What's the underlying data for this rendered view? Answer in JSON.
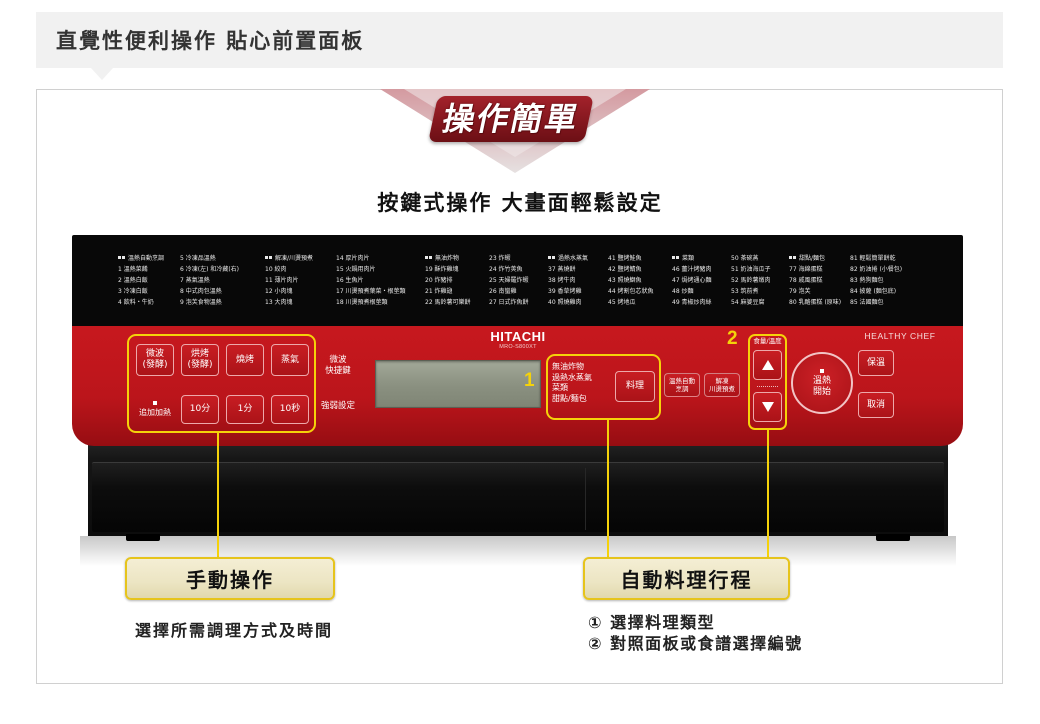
{
  "header": {
    "title": "直覺性便利操作 貼心前置面板"
  },
  "banner": {
    "title": "操作簡單"
  },
  "subtitle": "按鍵式操作 大畫面輕鬆設定",
  "colors": {
    "panel_red": "#bb151b",
    "highlight_yellow": "#f5d20a",
    "label_beige": "#ece5c3",
    "header_gray": "#f1f1f1"
  },
  "oven": {
    "brand": "HITACHI",
    "model": "MRO-S800XT",
    "series": "HEALTHY CHEF",
    "menu_columns": [
      [
        {
          "text": "溫熱自動烹調",
          "category": true
        },
        {
          "text": "1 溫熱菜餚"
        },
        {
          "text": "2 溫熱白飯"
        },
        {
          "text": "3 冷凍白飯"
        },
        {
          "text": "4 飲料・牛奶"
        }
      ],
      [
        {
          "text": "5 冷凍品溫熱"
        },
        {
          "text": "6 冷凍(左) 和冷藏(右)"
        },
        {
          "text": "7 蒸氣溫熱"
        },
        {
          "text": "8 中式肉包溫熱"
        },
        {
          "text": "9 泡芙食物溫熱"
        }
      ],
      [
        {
          "text": "解凍/川燙預煮",
          "category": true
        },
        {
          "text": "10 絞肉"
        },
        {
          "text": "11 薄片肉片"
        },
        {
          "text": "12 小肉塊"
        },
        {
          "text": "13 大肉塊"
        }
      ],
      [
        {
          "text": "14 厚片肉片"
        },
        {
          "text": "15 火鍋用肉片"
        },
        {
          "text": "16 生魚片"
        },
        {
          "text": "17 川燙預煮葉菜・根莖類"
        },
        {
          "text": "18 川燙預煮根莖類"
        }
      ],
      [
        {
          "text": "無油炸物",
          "category": true
        },
        {
          "text": "19 酥炸雞塊"
        },
        {
          "text": "20 炸豬排"
        },
        {
          "text": "21 炸雞翅"
        },
        {
          "text": "22 馬鈴薯可樂餅"
        }
      ],
      [
        {
          "text": "23 炸蝦"
        },
        {
          "text": "24 炸竹莢魚"
        },
        {
          "text": "25 天婦羅炸蝦"
        },
        {
          "text": "26 南蠻雞"
        },
        {
          "text": "27 日式炸魚餅"
        }
      ],
      [
        {
          "text": "過熱水蒸氣",
          "category": true
        },
        {
          "text": "37 蒸燒餅"
        },
        {
          "text": "38 烤牛肉"
        },
        {
          "text": "39 香草烤雞"
        },
        {
          "text": "40 照燒雞肉"
        }
      ],
      [
        {
          "text": "41 鹽烤鮭魚"
        },
        {
          "text": "42 鹽烤鯖魚"
        },
        {
          "text": "43 照燒鰤魚"
        },
        {
          "text": "44 烤割包芯狀魚"
        },
        {
          "text": "45 烤地瓜"
        }
      ],
      [
        {
          "text": "菜類",
          "category": true
        },
        {
          "text": "46 薑汁烤豬肉"
        },
        {
          "text": "47 焗烤通心麵"
        },
        {
          "text": "48 炒麵"
        },
        {
          "text": "49 青椒炒肉絲"
        }
      ],
      [
        {
          "text": "50 茶碗蒸"
        },
        {
          "text": "51 奶油海瓜子"
        },
        {
          "text": "52 馬鈴薯燉肉"
        },
        {
          "text": "53 筑前煮"
        },
        {
          "text": "54 麻婆豆腐"
        }
      ],
      [
        {
          "text": "甜點/麵包",
          "category": true
        },
        {
          "text": "77 海綿蛋糕"
        },
        {
          "text": "78 戚風蛋糕"
        },
        {
          "text": "79 泡芙"
        },
        {
          "text": "80 乳酪蛋糕 (原味)"
        }
      ],
      [
        {
          "text": "81 輕鬆簡單餅乾"
        },
        {
          "text": "82 奶油捲 (小餐包)"
        },
        {
          "text": "83 熱狗麵包"
        },
        {
          "text": "84 披薩 (麵包底)"
        },
        {
          "text": "85 法國麵包"
        }
      ]
    ]
  },
  "manual_panel": {
    "buttons_top": [
      "微波\n(發酵)",
      "烘烤\n(發酵)",
      "燒烤",
      "蒸氣"
    ],
    "extra_heating_label": "追加加熱",
    "buttons_bottom": [
      "10分",
      "1分",
      "10秒"
    ],
    "quick_microwave_label": "微波\n快捷鍵",
    "power_label": "強弱設定"
  },
  "auto_panel": {
    "callout_number": "1",
    "categories": [
      "無油炸物",
      "過熱水蒸氣",
      "菜類",
      "甜點/麵包"
    ],
    "cook_button": "料理"
  },
  "extra_buttons": {
    "auto_reheat": "溫熱自動\n烹調",
    "defrost": "解凍\n川燙預煮"
  },
  "adjust_panel": {
    "callout_number": "2",
    "label": "食量/溫度"
  },
  "start_button": "溫熱\n開始",
  "keep_warm_button": "保溫",
  "cancel_button": "取消",
  "callouts": {
    "manual": {
      "title": "手動操作",
      "desc": "選擇所需調理方式及時間"
    },
    "auto": {
      "title": "自動料理行程",
      "steps": [
        "① 選擇料理類型",
        "② 對照面板或食譜選擇編號"
      ]
    }
  }
}
